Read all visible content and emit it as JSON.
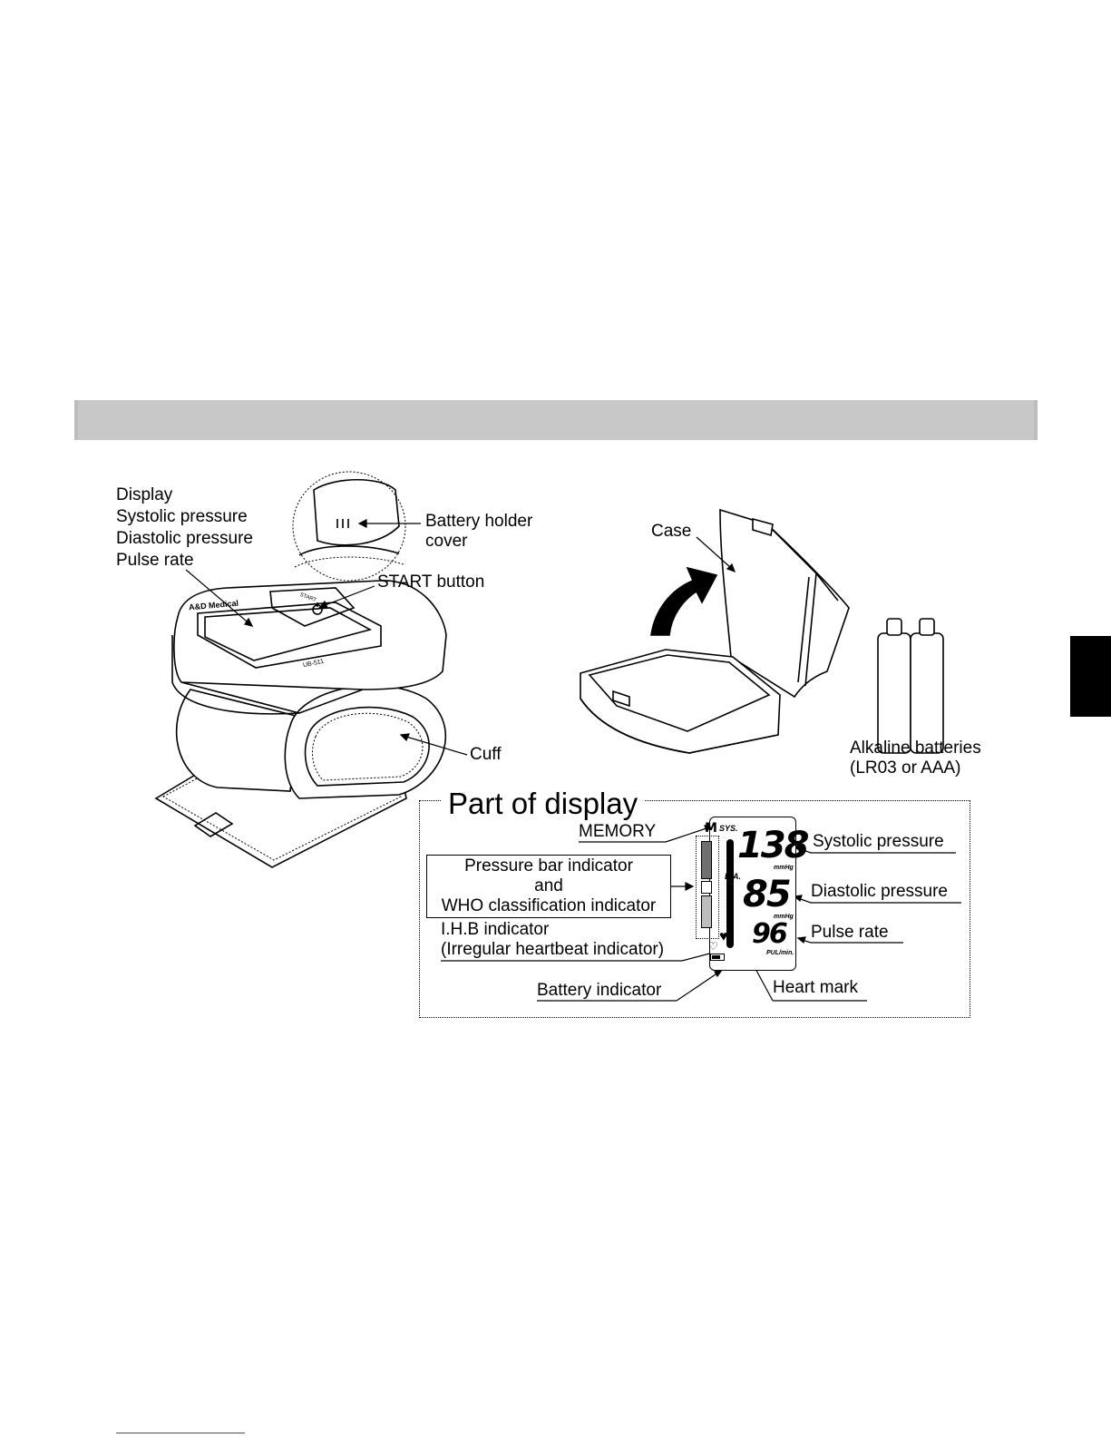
{
  "device_labels": {
    "display_lines": [
      "Display",
      "Systolic pressure",
      "Diastolic pressure",
      "Pulse rate"
    ],
    "battery_holder": [
      "Battery holder",
      "cover"
    ],
    "start_button": "START button",
    "cuff": "Cuff",
    "case": "Case",
    "batteries": [
      "Alkaline batteries",
      "(LR03 or AAA)"
    ],
    "brand_on_device": "A&D Medical",
    "model_on_device": "UB-511",
    "start_on_device": "START"
  },
  "display_section": {
    "title": "Part of display",
    "memory": "MEMORY",
    "bar_indicator_box": [
      "Pressure bar indicator",
      "and",
      "WHO classification indicator"
    ],
    "ihb": [
      "I.H.B indicator",
      "(Irregular heartbeat indicator)"
    ],
    "battery_indicator": "Battery indicator",
    "heart_mark": "Heart mark",
    "systolic": "Systolic pressure",
    "diastolic": "Diastolic pressure",
    "pulse": "Pulse rate"
  },
  "lcd": {
    "memory_symbol": "M",
    "sys_label": "SYS.",
    "dia_label": "DIA.",
    "systolic_value": "138",
    "diastolic_value": "85",
    "pulse_value": "96",
    "unit_mmhg": "mmHg",
    "unit_pulse": "PUL/min."
  },
  "colors": {
    "header_bar": "#c8c8c8",
    "side_tab": "#000000"
  }
}
